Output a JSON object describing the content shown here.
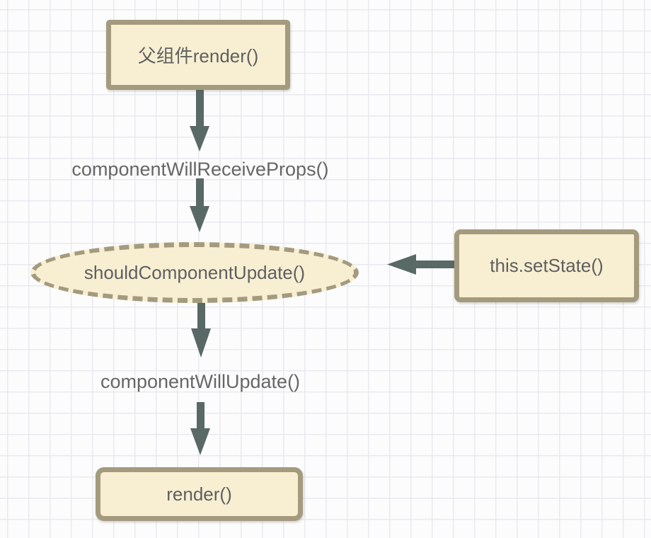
{
  "diagram": {
    "title_hint": "React component update lifecycle flowchart",
    "nodes": {
      "parent_render": {
        "label": "父组件render()",
        "shape": "rect"
      },
      "will_receive_props": {
        "label": "componentWillReceiveProps()",
        "shape": "text"
      },
      "should_component_update": {
        "label": "shouldComponentUpdate()",
        "shape": "dashed-ellipse"
      },
      "set_state": {
        "label": "this.setState()",
        "shape": "rect"
      },
      "will_update": {
        "label": "componentWillUpdate()",
        "shape": "text"
      },
      "render": {
        "label": "render()",
        "shape": "rect"
      }
    },
    "edges": [
      {
        "from": "parent_render",
        "to": "will_receive_props",
        "direction": "down"
      },
      {
        "from": "will_receive_props",
        "to": "should_component_update",
        "direction": "down"
      },
      {
        "from": "set_state",
        "to": "should_component_update",
        "direction": "left"
      },
      {
        "from": "should_component_update",
        "to": "will_update",
        "direction": "down"
      },
      {
        "from": "will_update",
        "to": "render",
        "direction": "down"
      }
    ],
    "colors": {
      "node_fill": "#f8efd3",
      "node_border": "#a49b7f",
      "arrow": "#596965",
      "label_text": "#666666",
      "node_text": "#5f5f5f",
      "grid_line": "#dedee6",
      "background": "#fcfcfd"
    }
  }
}
